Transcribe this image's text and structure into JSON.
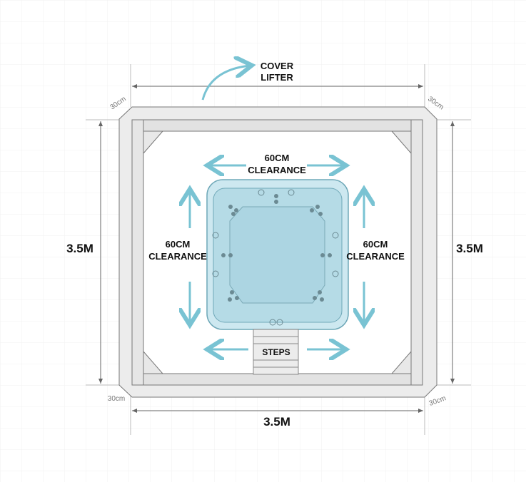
{
  "labels": {
    "cover_lifter": [
      "COVER",
      "LIFTER"
    ],
    "clearance_top": [
      "60CM",
      "CLEARANCE"
    ],
    "clearance_left": [
      "60CM",
      "CLEARANCE"
    ],
    "clearance_right": [
      "60CM",
      "CLEARANCE"
    ],
    "steps": "STEPS",
    "dim_width": "3.5M",
    "dim_left": "3.5M",
    "dim_right": "3.5M",
    "corner_tl": "30cm",
    "corner_tr": "30cm",
    "corner_bl": "30cm",
    "corner_br": "30cm"
  },
  "colors": {
    "accent": "#79c3d3",
    "water": "#b9dfe9",
    "frame": "#e8e8e8",
    "line": "#555555"
  }
}
